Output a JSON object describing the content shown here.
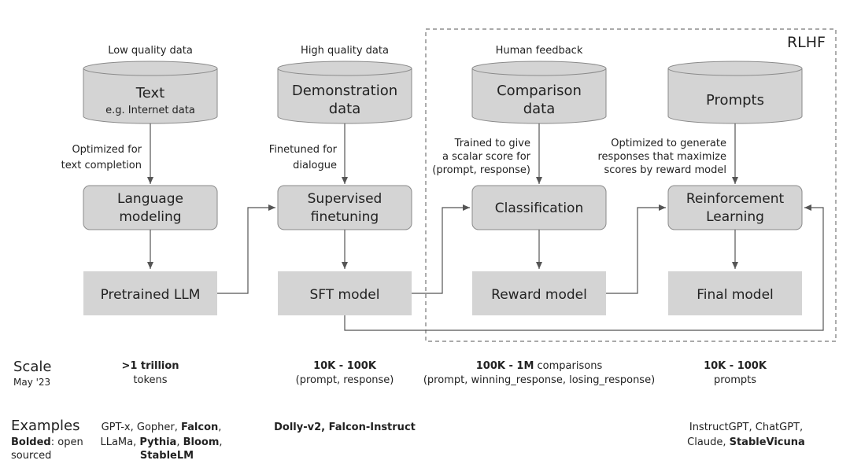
{
  "rlhf_label": "RLHF",
  "stages": [
    {
      "source_caption": "Low quality data",
      "source_title": "Text",
      "source_sub": "e.g. Internet data",
      "edge_label": [
        "Optimized for",
        "text completion"
      ],
      "process": [
        "Language",
        "modeling"
      ],
      "output": "Pretrained LLM"
    },
    {
      "source_caption": "High quality data",
      "source_title": [
        "Demonstration",
        "data"
      ],
      "edge_label": [
        "Finetuned for",
        "dialogue"
      ],
      "process": [
        "Supervised",
        "finetuning"
      ],
      "output": "SFT model"
    },
    {
      "source_caption": "Human feedback",
      "source_title": [
        "Comparison",
        "data"
      ],
      "edge_label": [
        "Trained to give",
        "a scalar score for",
        "(prompt, response)"
      ],
      "process": [
        "Classification"
      ],
      "output": "Reward model"
    },
    {
      "source_title": [
        "Prompts"
      ],
      "edge_label": [
        "Optimized to generate",
        "responses that maximize",
        "scores by reward model"
      ],
      "process": [
        "Reinforcement",
        "Learning"
      ],
      "output": "Final model"
    }
  ],
  "scale": {
    "title": "Scale",
    "subtitle": "May '23",
    "col1": {
      "bold": ">1 trillion",
      "rest": "tokens"
    },
    "col2": {
      "bold": "10K - 100K",
      "rest": "(prompt, response)"
    },
    "col3": {
      "bold": "100K - 1M",
      "rest_inline": " comparisons",
      "line2": "(prompt, winning_response, losing_response)"
    },
    "col4": {
      "bold": "10K - 100K",
      "rest": "prompts"
    }
  },
  "examples": {
    "title": "Examples",
    "note_bold": "Bolded",
    "note_rest": ": open",
    "note_line2": "sourced",
    "col1": {
      "l1_a": "GPT-x, Gopher, ",
      "l1_b": "Falcon",
      "l1_c": ",",
      "l2_a": "LLaMa, ",
      "l2_b": "Pythia",
      "l2_c": ", ",
      "l2_d": "Bloom",
      "l2_e": ",",
      "l3_b": "StableLM"
    },
    "col2": {
      "text": "Dolly-v2, Falcon-Instruct"
    },
    "col4": {
      "l1": "InstructGPT, ChatGPT,",
      "l2_a": "Claude, ",
      "l2_b": "StableVicuna"
    }
  },
  "colors": {
    "node_fill": "#d4d4d4",
    "node_stroke": "#8a8a8a",
    "arrow": "#555555",
    "dashed_box": "#777777",
    "text": "#222222"
  }
}
